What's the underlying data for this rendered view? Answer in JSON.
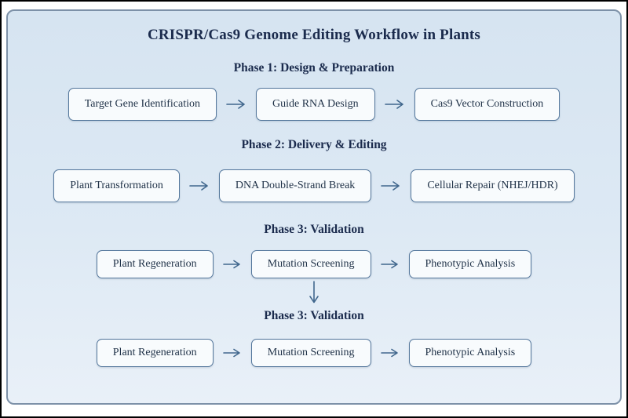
{
  "title": "CRISPR/Cas9 Genome Editing Workflow in Plants",
  "phases": [
    {
      "heading": "Phase 1: Design & Preparation",
      "steps": [
        "Target Gene Identification",
        "Guide RNA Design",
        "Cas9 Vector Construction"
      ]
    },
    {
      "heading": "Phase 2: Delivery & Editing",
      "steps": [
        "Plant Transformation",
        "DNA Double-Strand Break",
        "Cellular Repair (NHEJ/HDR)"
      ]
    },
    {
      "heading": "Phase 3: Validation",
      "steps": [
        "Plant Regeneration",
        "Mutation Screening",
        "Phenotypic Analysis"
      ]
    },
    {
      "heading": "Phase 3: Validation",
      "steps": [
        "Plant Regeneration",
        "Mutation Screening",
        "Phenotypic Analysis"
      ]
    }
  ],
  "icons": {
    "arrow_right": "→",
    "arrow_down": "↓"
  },
  "colors": {
    "panel_background": "#dce8f4",
    "panel_border": "#7d91a8",
    "box_background": "#f8fbfd",
    "box_border": "#54779c",
    "heading_text": "#1b2b4d",
    "box_text": "#1f3147",
    "arrow": "#41678d",
    "outer_frame": "#000000",
    "outer_background": "#ffffff"
  }
}
